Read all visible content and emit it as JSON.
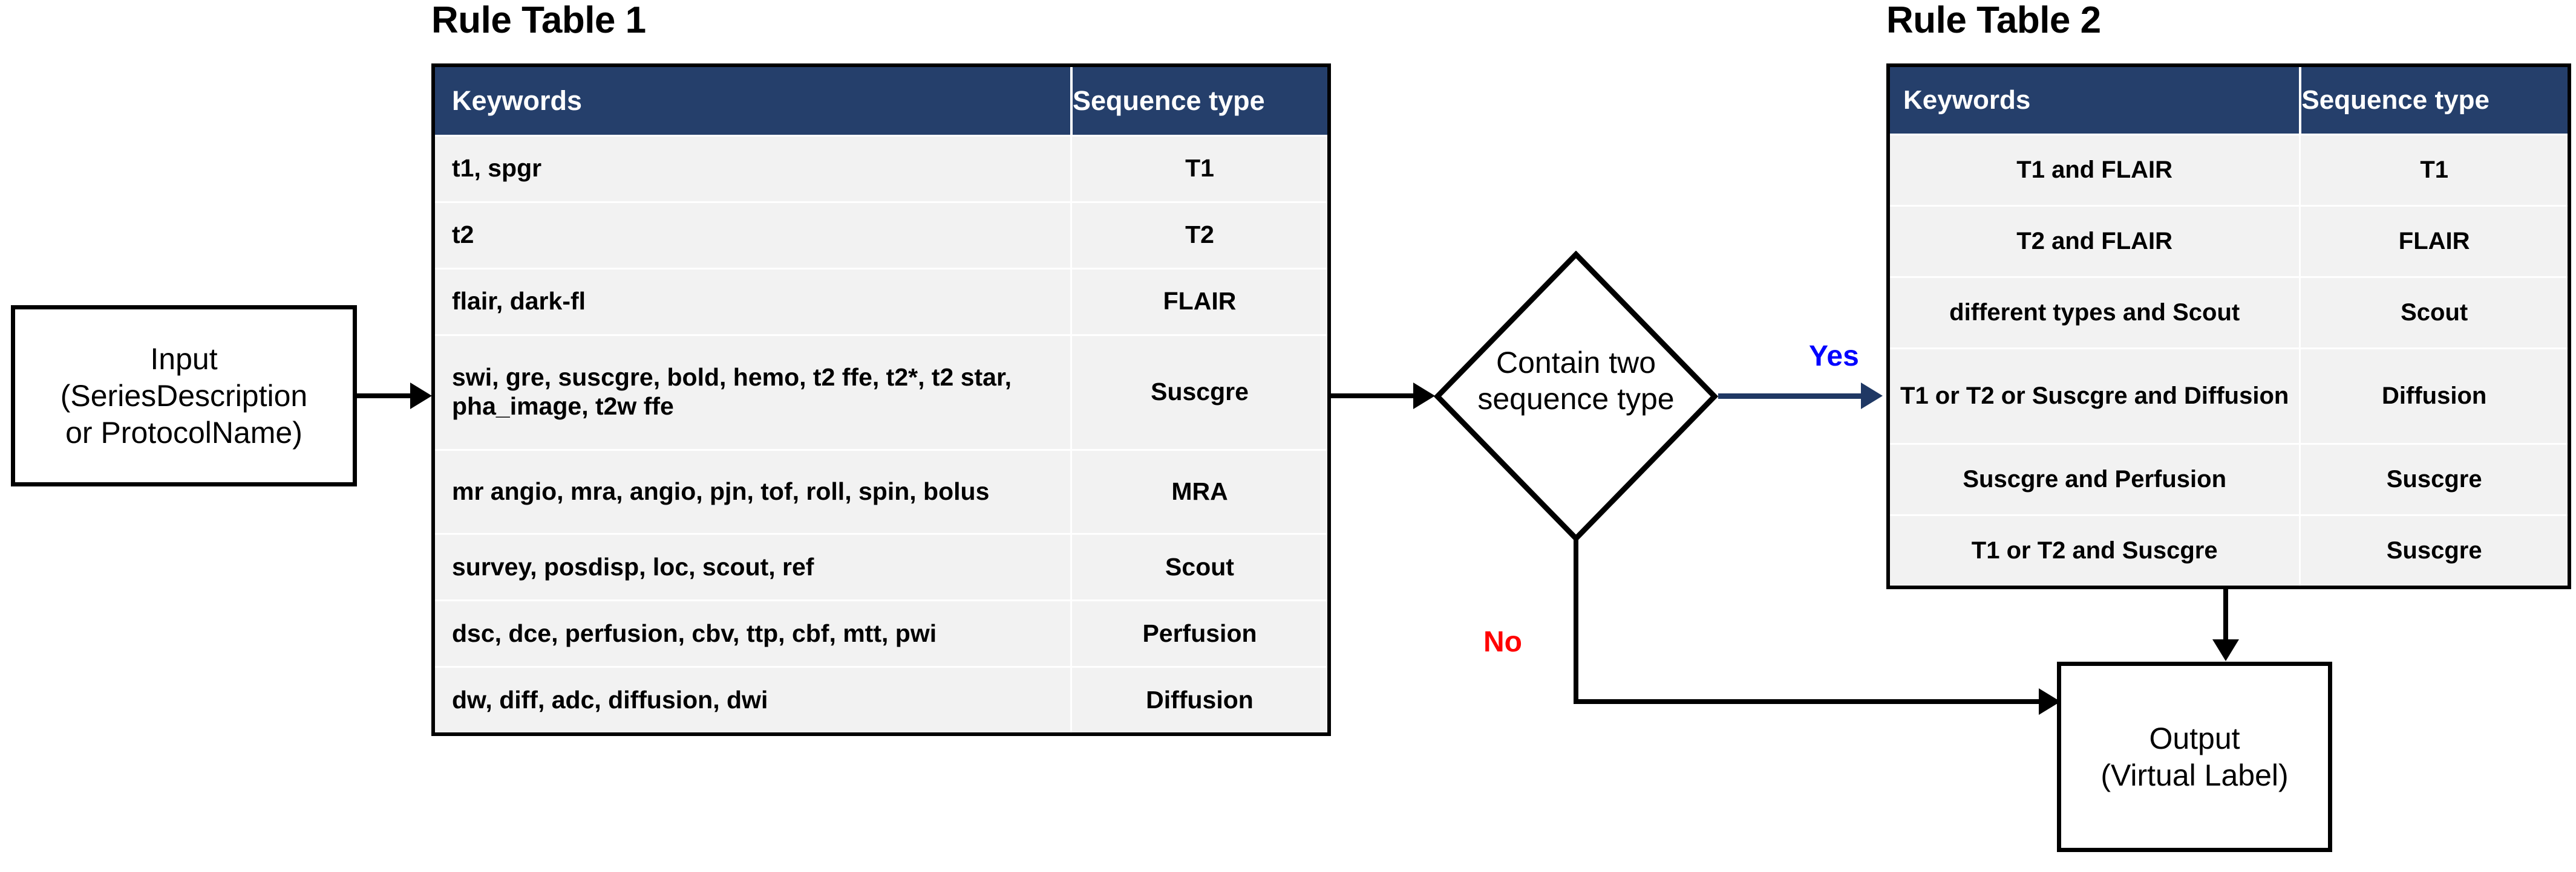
{
  "diagram": {
    "nodes": {
      "input": {
        "lines": [
          "Input",
          "(SeriesDescription",
          "or ProtocolName)"
        ]
      },
      "output": {
        "lines": [
          "Output",
          "(Virtual Label)"
        ]
      },
      "decision": {
        "lines": [
          "Contain two",
          "sequence type"
        ]
      }
    },
    "branches": {
      "yes_label": "Yes",
      "no_label": "No"
    },
    "colors": {
      "table_header_bg": "#253F6B",
      "table_row_bg": "#F2F2F2",
      "yes_text": "#0000FF",
      "yes_arrow": "#1F3864",
      "no_text": "#FF0000",
      "stroke": "#000000"
    }
  },
  "rule_table_1": {
    "title": "Rule Table 1",
    "columns": [
      "Keywords",
      "Sequence type"
    ],
    "rows": [
      {
        "keywords": "t1, spgr",
        "sequence_type": "T1"
      },
      {
        "keywords": "t2",
        "sequence_type": "T2"
      },
      {
        "keywords": "flair, dark-fl",
        "sequence_type": "FLAIR"
      },
      {
        "keywords": "swi, gre, suscgre, bold, hemo, t2 ffe, t2*, t2 star, pha_image, t2w ffe",
        "sequence_type": "Suscgre"
      },
      {
        "keywords": "mr angio, mra, angio, pjn, tof, roll, spin, bolus",
        "sequence_type": "MRA"
      },
      {
        "keywords": "survey, posdisp, loc, scout, ref",
        "sequence_type": "Scout"
      },
      {
        "keywords": "dsc, dce, perfusion, cbv, ttp, cbf, mtt, pwi",
        "sequence_type": "Perfusion"
      },
      {
        "keywords": "dw, diff, adc, diffusion, dwi",
        "sequence_type": "Diffusion"
      }
    ]
  },
  "rule_table_2": {
    "title": "Rule Table 2",
    "columns": [
      "Keywords",
      "Sequence type"
    ],
    "rows": [
      {
        "keywords": "T1 and FLAIR",
        "sequence_type": "T1"
      },
      {
        "keywords": "T2 and FLAIR",
        "sequence_type": "FLAIR"
      },
      {
        "keywords": "different types and Scout",
        "sequence_type": "Scout"
      },
      {
        "keywords": "T1 or T2 or Suscgre and Diffusion",
        "sequence_type": "Diffusion"
      },
      {
        "keywords": "Suscgre and Perfusion",
        "sequence_type": "Suscgre"
      },
      {
        "keywords": "T1 or T2 and Suscgre",
        "sequence_type": "Suscgre"
      }
    ]
  }
}
